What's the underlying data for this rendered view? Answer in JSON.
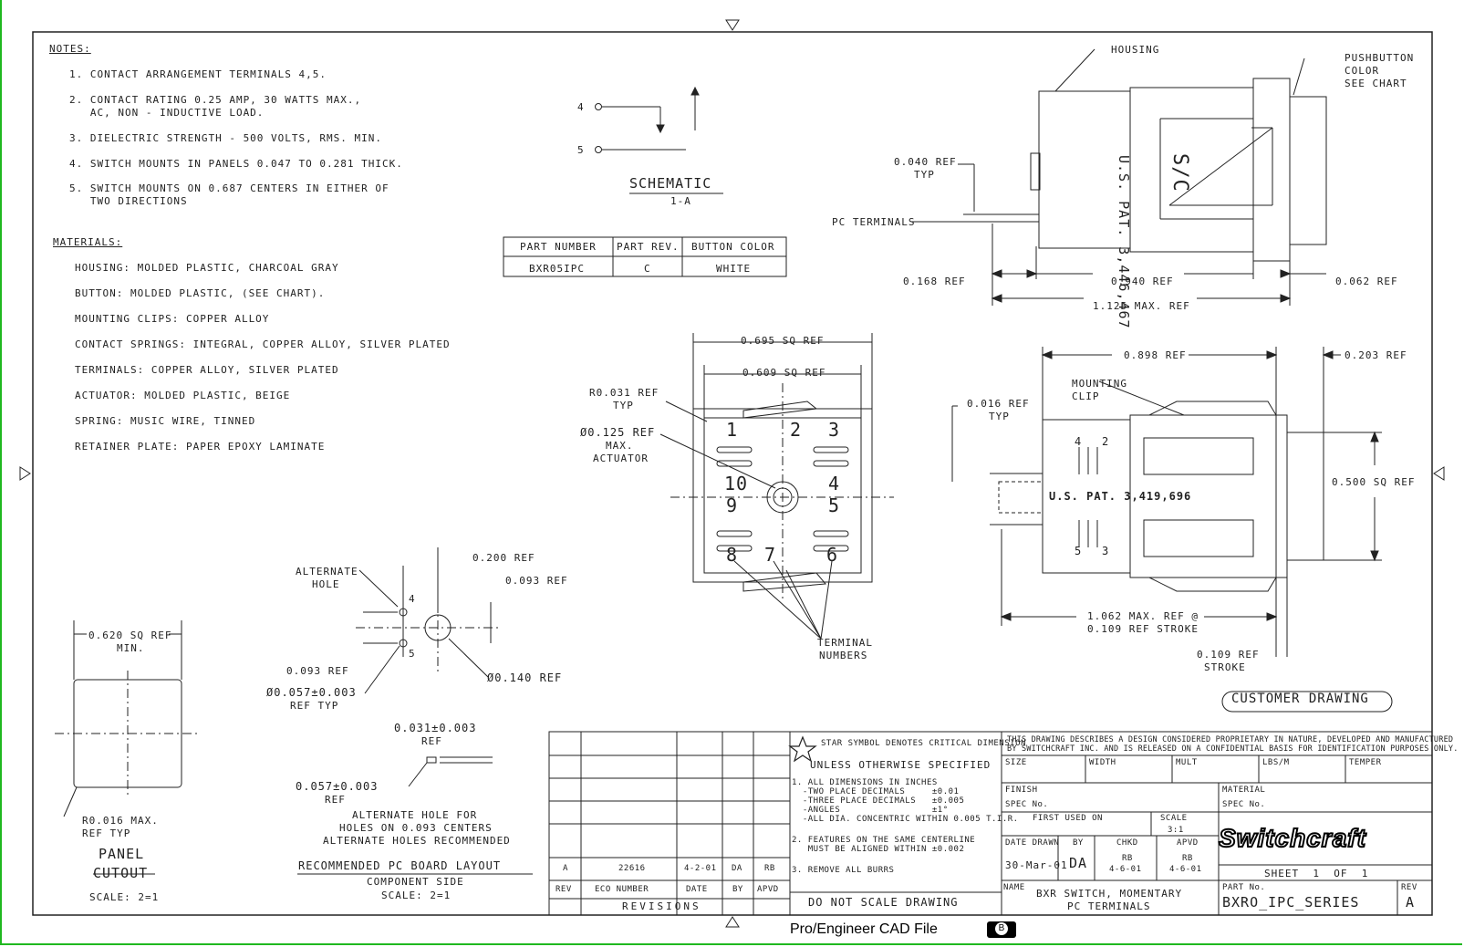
{
  "notes": {
    "heading": "NOTES:",
    "items": [
      "1. CONTACT ARRANGEMENT TERMINALS 4,5.",
      "2. CONTACT RATING 0.25 AMP, 30 WATTS MAX.,",
      "   AC, NON - INDUCTIVE LOAD.",
      "3. DIELECTRIC STRENGTH - 500 VOLTS, RMS. MIN.",
      "4. SWITCH MOUNTS IN PANELS 0.047 TO 0.281 THICK.",
      "5. SWITCH MOUNTS ON 0.687 CENTERS IN EITHER OF",
      "   TWO DIRECTIONS"
    ]
  },
  "materials": {
    "heading": "MATERIALS:",
    "items": [
      "HOUSING: MOLDED PLASTIC, CHARCOAL GRAY",
      "BUTTON: MOLDED PLASTIC, (SEE CHART).",
      "MOUNTING CLIPS: COPPER ALLOY",
      "CONTACT SPRINGS: INTEGRAL, COPPER ALLOY, SILVER PLATED",
      "TERMINALS: COPPER ALLOY, SILVER PLATED",
      "ACTUATOR: MOLDED PLASTIC, BEIGE",
      "SPRING: MUSIC WIRE, TINNED",
      "RETAINER PLATE: PAPER EPOXY LAMINATE"
    ]
  },
  "schematic": {
    "title": "SCHEMATIC",
    "sub": "1-A",
    "pin_top": "4",
    "pin_bottom": "5"
  },
  "part_table": {
    "headers": [
      "PART NUMBER",
      "PART REV.",
      "BUTTON COLOR"
    ],
    "row": [
      "BXR05IPC",
      "C",
      "WHITE"
    ]
  },
  "side_view": {
    "housing": "HOUSING",
    "pushbutton": [
      "PUSHBUTTON",
      "COLOR",
      "SEE CHART"
    ],
    "ref040": [
      "0.040 REF",
      "TYP"
    ],
    "pc_terminals": "PC TERMINALS",
    "patent": "U.S. PAT. 3,446,467",
    "sc": "S/C",
    "d168": "0.168 REF",
    "d940": "0.940 REF",
    "d062": "0.062 REF",
    "d1125": "1.125 MAX. REF"
  },
  "front_view": {
    "d695": "0.695 SQ REF",
    "d609": "0.609 SQ REF",
    "r031": [
      "R0.031 REF",
      "TYP"
    ],
    "d125": [
      "Ø0.125 REF",
      "MAX.",
      "ACTUATOR"
    ],
    "terminal_numbers": [
      "TERMINAL",
      "NUMBERS"
    ],
    "pins": [
      "1",
      "2",
      "3",
      "4",
      "5",
      "6",
      "7",
      "8",
      "9",
      "10"
    ]
  },
  "side_view2": {
    "d898": "0.898 REF",
    "d203": "0.203 REF",
    "mounting_clip": [
      "MOUNTING",
      "CLIP"
    ],
    "d016": [
      "0.016 REF",
      "TYP"
    ],
    "patent": "U.S. PAT. 3,419,696",
    "d500": "0.500 SQ REF",
    "d1062": [
      "1.062 MAX. REF @",
      "0.109 REF STROKE"
    ],
    "d109": [
      "0.109 REF",
      "STROKE"
    ],
    "pins": [
      "4",
      "2",
      "5",
      "3"
    ]
  },
  "pcb_layout": {
    "alternate_hole": [
      "ALTERNATE",
      "HOLE"
    ],
    "d200": "0.200 REF",
    "d093a": "0.093 REF",
    "d093b": "0.093 REF",
    "d057": [
      "Ø0.057±0.003",
      "REF TYP"
    ],
    "d140": "Ø0.140 REF",
    "pin4": "4",
    "pin5": "5",
    "d031": [
      "0.031±0.003",
      "REF"
    ],
    "d057b": [
      "0.057±0.003",
      "REF"
    ],
    "alt_note": [
      "ALTERNATE HOLE FOR",
      "HOLES ON 0.093 CENTERS",
      "ALTERNATE HOLES RECOMMENDED"
    ],
    "title": "RECOMMENDED PC BOARD LAYOUT",
    "sub": "COMPONENT SIDE",
    "scale": "SCALE: 2=1"
  },
  "panel": {
    "d620": [
      "0.620 SQ REF",
      "MIN."
    ],
    "r016": [
      "R0.016 MAX.",
      "REF TYP"
    ],
    "title1": "PANEL",
    "title2": "CUTOUT",
    "scale": "SCALE: 2=1"
  },
  "customer_drawing": "CUSTOMER DRAWING",
  "title_block": {
    "rev_row": [
      "A",
      "22616",
      "4-2-01",
      "DA",
      "RB"
    ],
    "rev_headers": [
      "REV",
      "ECO NUMBER",
      "DATE",
      "BY",
      "APVD"
    ],
    "revisions": "REVISIONS",
    "star_note": "STAR SYMBOL DENOTES CRITICAL DIMENSION",
    "unless": "UNLESS OTHERWISE SPECIFIED",
    "tol": [
      "1. ALL DIMENSIONS IN INCHES",
      "  -TWO PLACE DECIMALS     ±0.01",
      "  -THREE PLACE DECIMALS   ±0.005",
      "  -ANGLES                 ±1°",
      "  -ALL DIA. CONCENTRIC WITHIN 0.005 T.I.R."
    ],
    "features": [
      "2. FEATURES ON THE SAME CENTERLINE",
      "   MUST BE ALIGNED WITHIN ±0.002"
    ],
    "burrs": "3. REMOVE ALL BURRS",
    "do_not_scale": "DO NOT SCALE DRAWING",
    "proprietary": [
      "THIS DRAWING DESCRIBES A DESIGN CONSIDERED PROPRIETARY IN NATURE, DEVELOPED AND MANUFACTURED",
      "BY SWITCHCRAFT INC. AND IS RELEASED ON A CONFIDENTIAL BASIS FOR IDENTIFICATION PURPOSES ONLY."
    ],
    "size": "SIZE",
    "width": "WIDTH",
    "mult": "MULT",
    "lbsm": "LBS/M",
    "temper": "TEMPER",
    "finish": "FINISH",
    "spec_no": "SPEC No.",
    "material": "MATERIAL",
    "spec_no2": "SPEC No.",
    "first_used": "FIRST USED ON",
    "scale_label": "SCALE",
    "scale_value": "3:1",
    "date_drawn": "DATE DRAWN",
    "by": "BY",
    "chkd": "CHKD",
    "apvd": "APVD",
    "date_value": "30-Mar-01",
    "by_value": "DA",
    "chkd_value": [
      "RB",
      "4-6-01"
    ],
    "apvd_value": [
      "RB",
      "4-6-01"
    ],
    "sheet": "SHEET  1  OF  1",
    "name_label": "NAME",
    "name_value": [
      "BXR SWITCH, MOMENTARY",
      "PC TERMINALS"
    ],
    "part_no_label": "PART No.",
    "part_no_value": "BXRO_IPC_SERIES",
    "rev_label": "REV",
    "rev_value": "A",
    "brand": "Switchcraft"
  },
  "footer": {
    "label": "Pro/Engineer CAD File",
    "badge": "B"
  }
}
